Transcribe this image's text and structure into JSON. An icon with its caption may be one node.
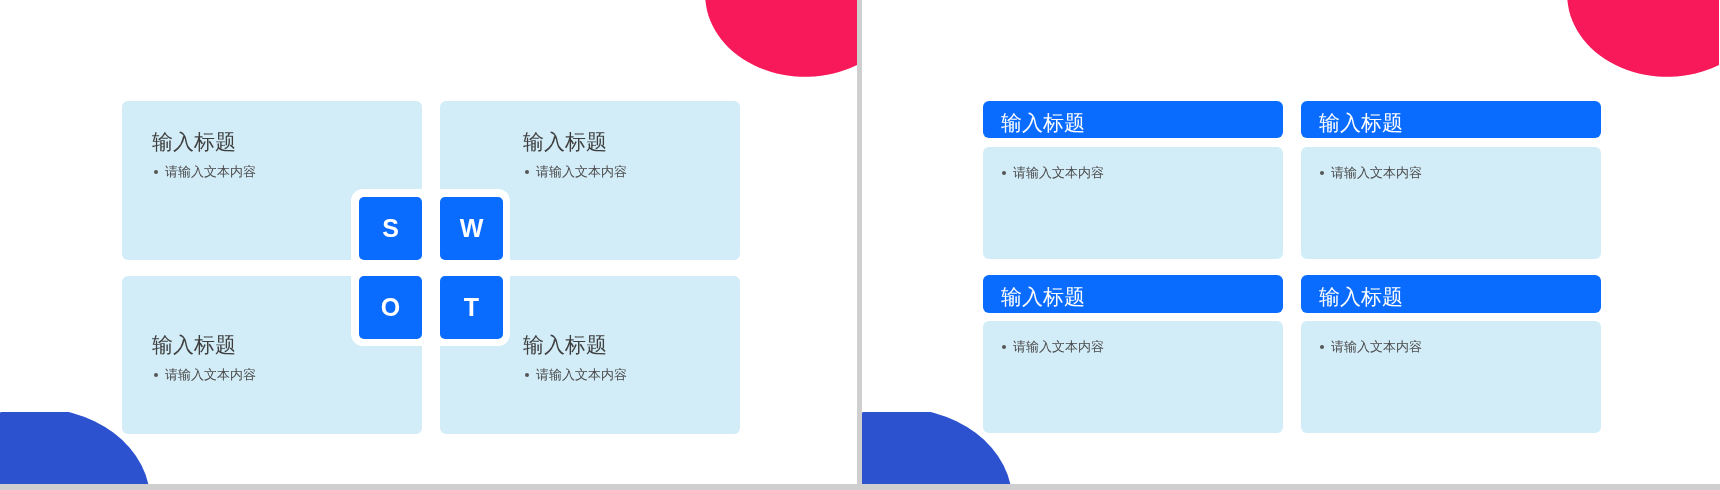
{
  "diagram": {
    "nodes": [
      {
        "text": [
          "输入标题",
          "请输入文本内容"
        ]
      },
      {
        "text": [
          "输入标题",
          "请输入文本内容"
        ]
      },
      {
        "text": [
          "输入标题",
          "请输入文本内容"
        ]
      },
      {
        "text": [
          "输入标题",
          "请输入文本内容"
        ]
      },
      {
        "text": [
          "S"
        ],
        "in": 0
      },
      {
        "text": [
          "W"
        ],
        "in": 1
      },
      {
        "text": [
          "O"
        ],
        "in": 2
      },
      {
        "text": [
          "T"
        ],
        "in": 3
      },
      {
        "text": [
          "输入标题"
        ]
      },
      {
        "text": [
          "请输入文本内容"
        ]
      },
      {
        "text": [
          "输入标题"
        ]
      },
      {
        "text": [
          "请输入文本内容"
        ]
      },
      {
        "text": [
          "输入标题"
        ]
      },
      {
        "text": [
          "请输入文本内容"
        ]
      },
      {
        "text": [
          "输入标题"
        ]
      },
      {
        "text": [
          "请输入文本内容"
        ]
      }
    ]
  }
}
